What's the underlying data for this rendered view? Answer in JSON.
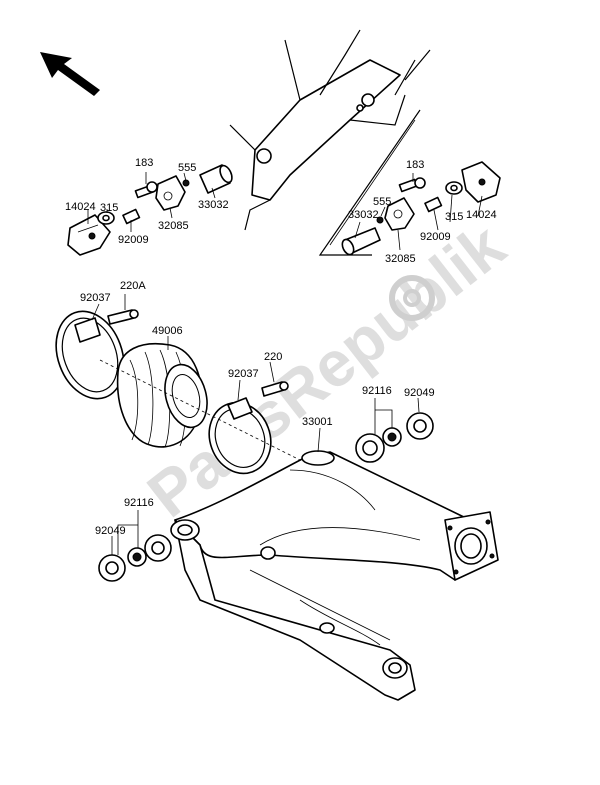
{
  "watermark": "PartsRepublik",
  "labels": {
    "l183a": "183",
    "l555a": "555",
    "l14024a": "14024",
    "l315a": "315",
    "l92009a": "92009",
    "l32085a": "32085",
    "l33032a": "33032",
    "l183b": "183",
    "l555b": "555",
    "l33032b": "33032",
    "l315b": "315",
    "l92009b": "92009",
    "l14024b": "14024",
    "l32085b": "32085",
    "l220a": "220A",
    "l92037a": "92037",
    "l49006": "49006",
    "l220": "220",
    "l92037b": "92037",
    "l92116a": "92116",
    "l92049a": "92049",
    "l33001": "33001",
    "l92116b": "92116",
    "l92049b": "92049"
  }
}
